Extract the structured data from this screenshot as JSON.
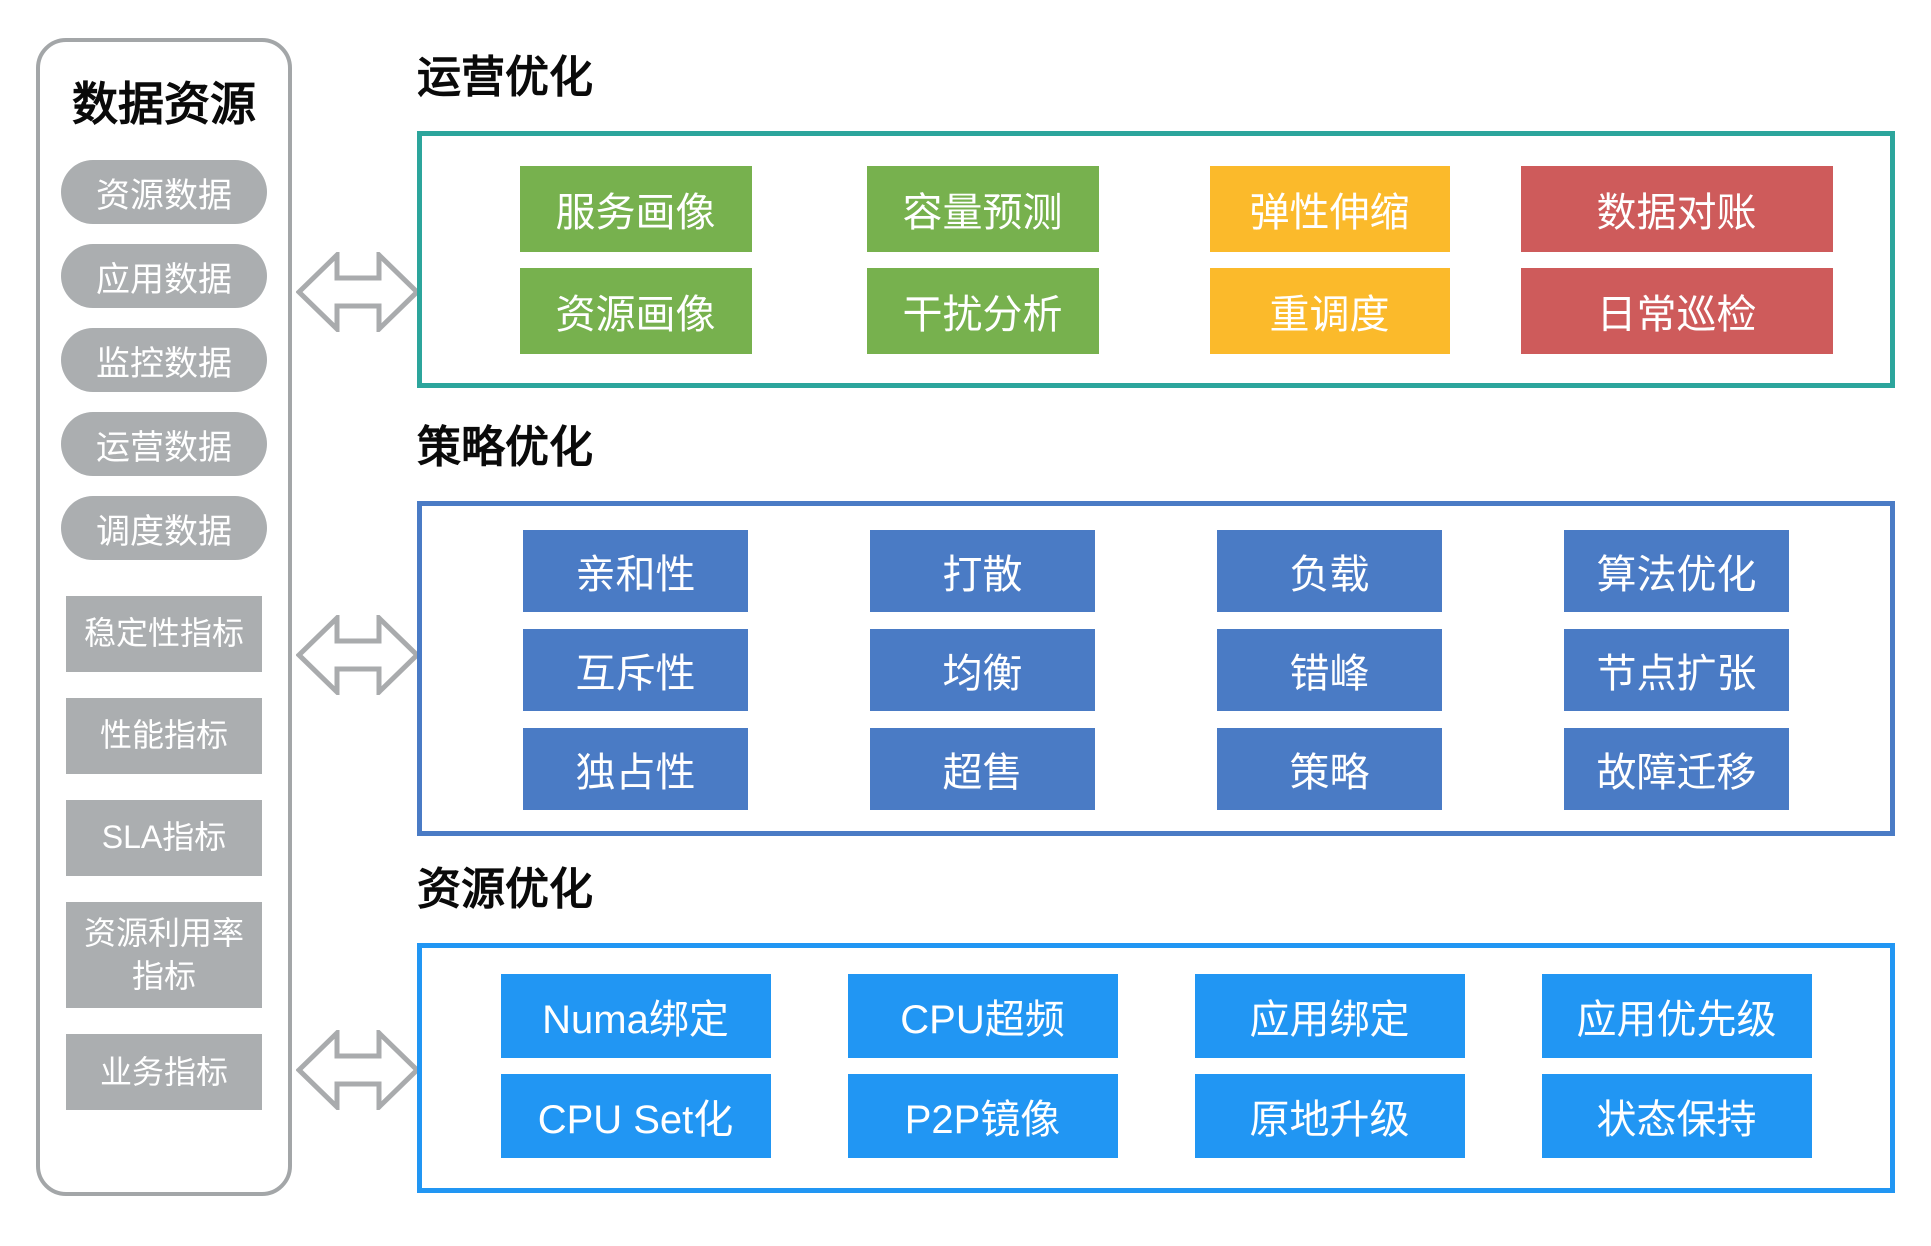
{
  "sidebar": {
    "title": "数据资源",
    "data_items": [
      "资源数据",
      "应用数据",
      "监控数据",
      "运营数据",
      "调度数据"
    ],
    "metric_items": [
      "稳定性指标",
      "性能指标",
      "SLA指标",
      "资源利用率指标",
      "业务指标"
    ]
  },
  "sections": [
    {
      "id": "operations",
      "title": "运营优化",
      "border_color": "#2CA59C",
      "rows": [
        [
          {
            "label": "服务画像",
            "color": "green"
          },
          {
            "label": "容量预测",
            "color": "green"
          },
          {
            "label": "弹性伸缩",
            "color": "yellow"
          },
          {
            "label": "数据对账",
            "color": "red"
          }
        ],
        [
          {
            "label": "资源画像",
            "color": "green"
          },
          {
            "label": "干扰分析",
            "color": "green"
          },
          {
            "label": "重调度",
            "color": "yellow"
          },
          {
            "label": "日常巡检",
            "color": "red"
          }
        ]
      ]
    },
    {
      "id": "strategy",
      "title": "策略优化",
      "border_color": "#4A7BC5",
      "rows": [
        [
          {
            "label": "亲和性",
            "color": "blue"
          },
          {
            "label": "打散",
            "color": "blue"
          },
          {
            "label": "负载",
            "color": "blue"
          },
          {
            "label": "算法优化",
            "color": "blue"
          }
        ],
        [
          {
            "label": "互斥性",
            "color": "blue"
          },
          {
            "label": "均衡",
            "color": "blue"
          },
          {
            "label": "错峰",
            "color": "blue"
          },
          {
            "label": "节点扩张",
            "color": "blue"
          }
        ],
        [
          {
            "label": "独占性",
            "color": "blue"
          },
          {
            "label": "超售",
            "color": "blue"
          },
          {
            "label": "策略",
            "color": "blue"
          },
          {
            "label": "故障迁移",
            "color": "blue"
          }
        ]
      ]
    },
    {
      "id": "resource",
      "title": "资源优化",
      "border_color": "#2196F3",
      "rows": [
        [
          {
            "label": "Numa绑定",
            "color": "bright_blue"
          },
          {
            "label": "CPU超频",
            "color": "bright_blue"
          },
          {
            "label": "应用绑定",
            "color": "bright_blue"
          },
          {
            "label": "应用优先级",
            "color": "bright_blue"
          }
        ],
        [
          {
            "label": "CPU Set化",
            "color": "bright_blue"
          },
          {
            "label": "P2P镜像",
            "color": "bright_blue"
          },
          {
            "label": "原地升级",
            "color": "bright_blue"
          },
          {
            "label": "状态保持",
            "color": "bright_blue"
          }
        ]
      ]
    }
  ],
  "colors": {
    "green": "#77B14E",
    "yellow": "#FBBA2B",
    "red": "#CE5B5B",
    "blue": "#4A7BC5",
    "bright_blue": "#2196F3",
    "gray_item": "#ABAEB0",
    "panel_border": "#A3A6A8",
    "arrow_gray": "#A9ABAD"
  },
  "icons": {
    "exchange_arrow": "left-right-double-arrow"
  }
}
